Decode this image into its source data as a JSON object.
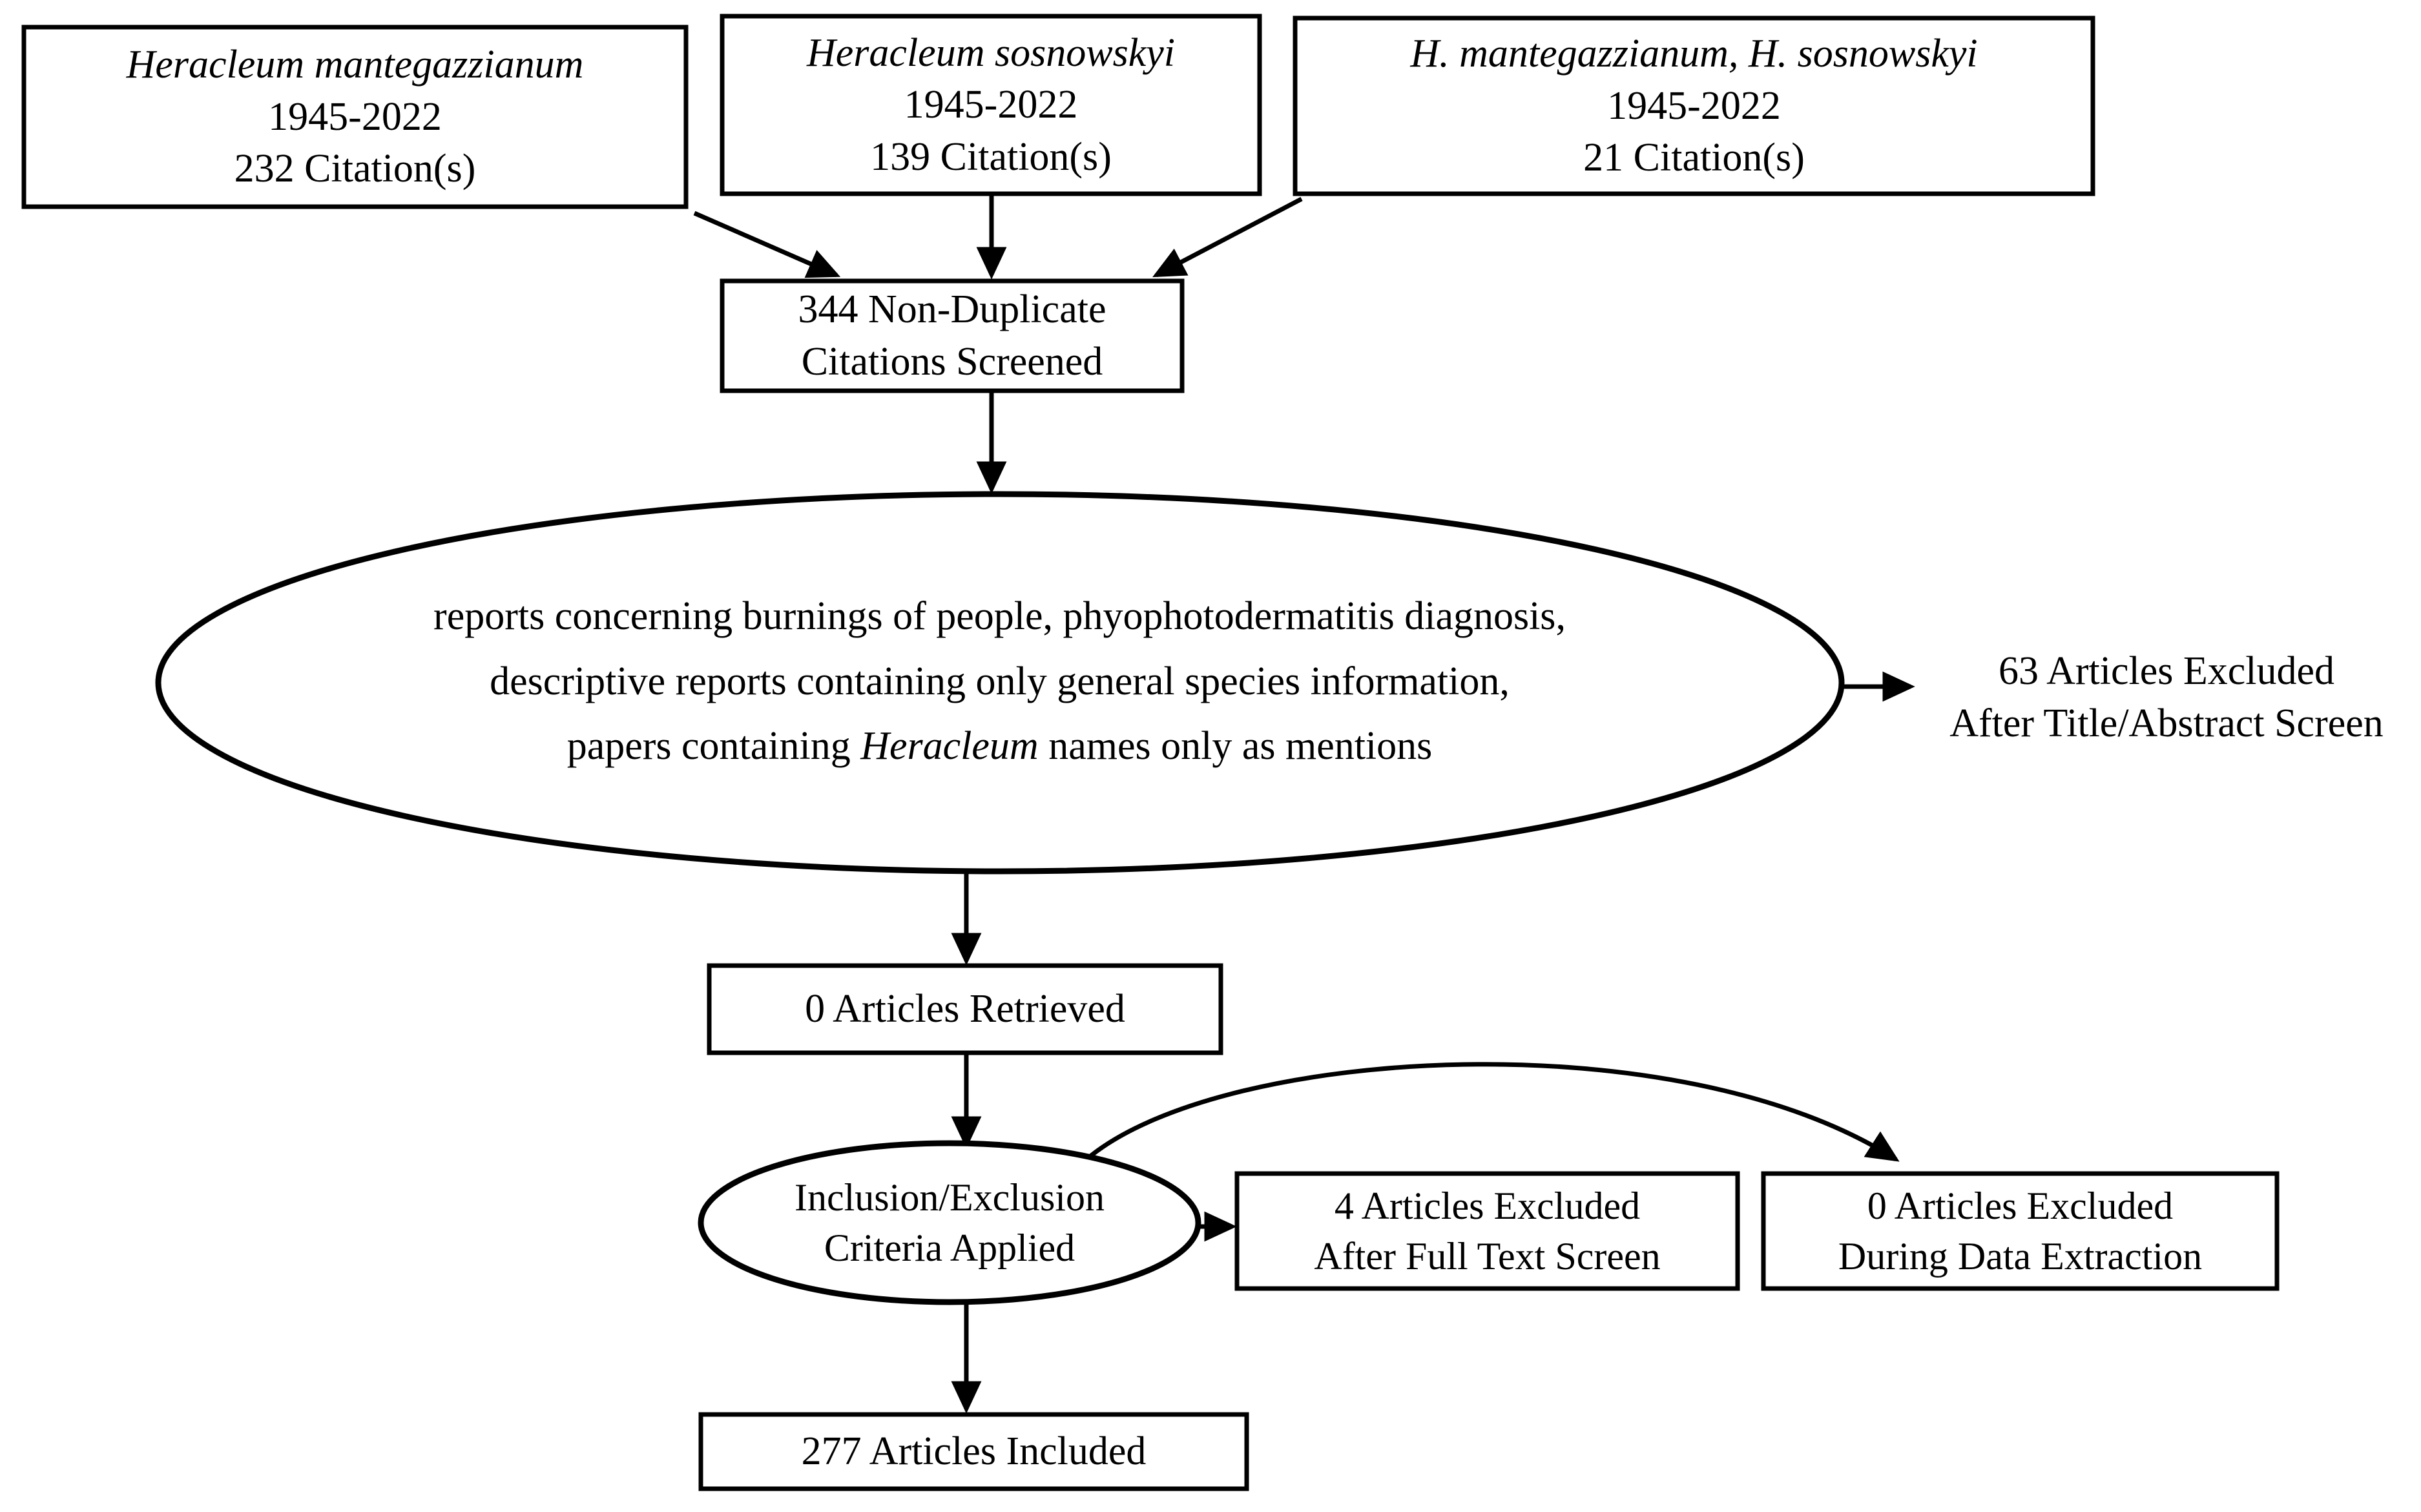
{
  "diagram": {
    "type": "prisma-flow-diagram",
    "title": "Heracleum literature search flow",
    "stroke_color": "#000000",
    "fill_color": "#ffffff",
    "background_color": "#ffffff"
  },
  "sources": [
    {
      "id": "source-mantegazzianum",
      "species": "Heracleum mantegazzianum",
      "species_italic": true,
      "years": "1945-2022",
      "citations": "232 Citation(s)"
    },
    {
      "id": "source-sosnowskyi",
      "species": "Heracleum sosnowskyi",
      "species_italic": true,
      "years": "1945-2022",
      "citations": "139 Citation(s)"
    },
    {
      "id": "source-both",
      "species": "H. mantegazzianum, H. sosnowskyi",
      "species_italic": true,
      "years": "1945-2022",
      "citations": "21 Citation(s)"
    }
  ],
  "screened": {
    "line1": "344 Non-Duplicate",
    "line2": "Citations Screened",
    "count": 344
  },
  "criteria_screen": {
    "line1": "reports concerning burnings of people, phyophotodermatitis diagnosis,",
    "line2": "descriptive reports containing only general species information,",
    "line3_a": "papers containing ",
    "line3_italic": "Heracleum",
    "line3_b": " names only as mentions"
  },
  "excluded_title_abstract": {
    "line1": "63 Articles Excluded",
    "line2": "After Title/Abstract Screen",
    "count": 63
  },
  "retrieved": {
    "label": "0 Articles Retrieved",
    "count": 0
  },
  "inclusion_exclusion": {
    "line1": "Inclusion/Exclusion",
    "line2": "Criteria Applied"
  },
  "excluded_full_text": {
    "line1": "4 Articles Excluded",
    "line2": "After Full Text Screen",
    "count": 4
  },
  "excluded_data_extraction": {
    "line1": "0 Articles Excluded",
    "line2": "During Data Extraction",
    "count": 0
  },
  "included": {
    "label": "277 Articles Included",
    "count": 277
  }
}
